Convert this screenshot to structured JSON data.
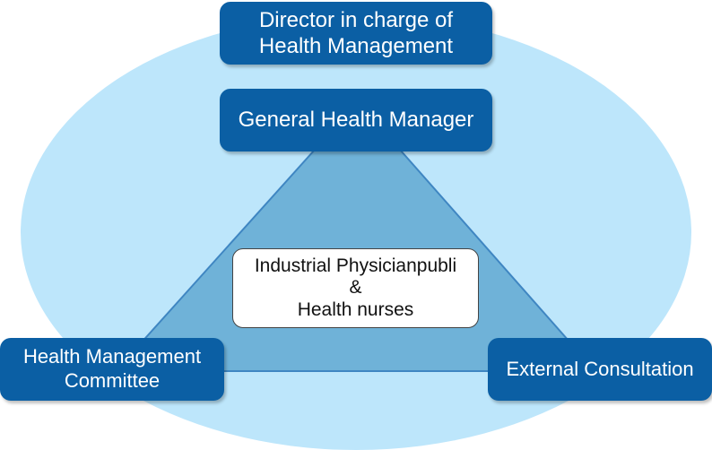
{
  "colors": {
    "outer_ellipse": "#bde6fb",
    "triangle": "#6fb2d8",
    "box_blue": "#0b5fa4",
    "box_text": "#ffffff",
    "center_box": "#ffffff"
  },
  "nodes": {
    "director": {
      "line1": "Director in charge of",
      "line2": "Health Management"
    },
    "general_manager": {
      "label": "General Health Manager"
    },
    "committee": {
      "line1": "Health Management",
      "line2": "Committee"
    },
    "external": {
      "label": "External Consultation"
    },
    "physician": {
      "line1": "Industrial Physicianpubli",
      "line2": "&",
      "line3": "Health nurses"
    }
  }
}
